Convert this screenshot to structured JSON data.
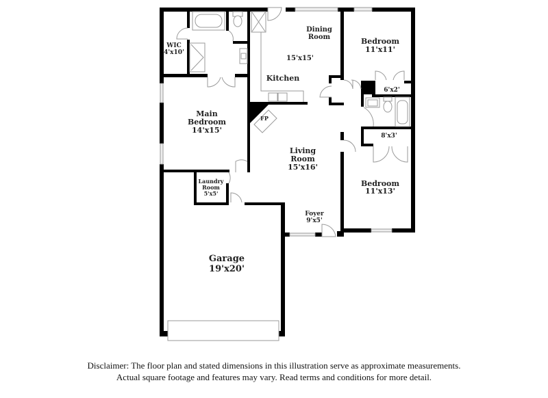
{
  "rooms": {
    "wic": {
      "name": "WIC",
      "dims": "4'x10'"
    },
    "dining": {
      "name_line1": "Dining",
      "name_line2": "Room"
    },
    "kitchen_dining_dims": "15'x15'",
    "kitchen": {
      "name": "Kitchen"
    },
    "bedroom_top": {
      "name": "Bedroom",
      "dims": "11'x11'"
    },
    "closet_top": {
      "dims": "6'x2'"
    },
    "main_bedroom": {
      "name_line1": "Main",
      "name_line2": "Bedroom",
      "dims": "14'x15'"
    },
    "fireplace": {
      "label": "FP"
    },
    "living": {
      "name_line1": "Living",
      "name_line2": "Room",
      "dims": "15'x16'"
    },
    "closet_mid": {
      "dims": "8'x3'"
    },
    "bedroom_bottom": {
      "name": "Bedroom",
      "dims": "11'x13'"
    },
    "laundry": {
      "name_line1": "Laundry",
      "name_line2": "Room",
      "dims": "5'x5'"
    },
    "foyer": {
      "name": "Foyer",
      "dims": "9'x5'"
    },
    "garage": {
      "name": "Garage",
      "dims": "19'x20'"
    }
  },
  "disclaimer": {
    "line1": "Disclaimer: The floor plan and stated dimensions in this illustration serve as approximate measurements.",
    "line2": "Actual square footage and features may vary. Read terms and conditions for more detail."
  }
}
